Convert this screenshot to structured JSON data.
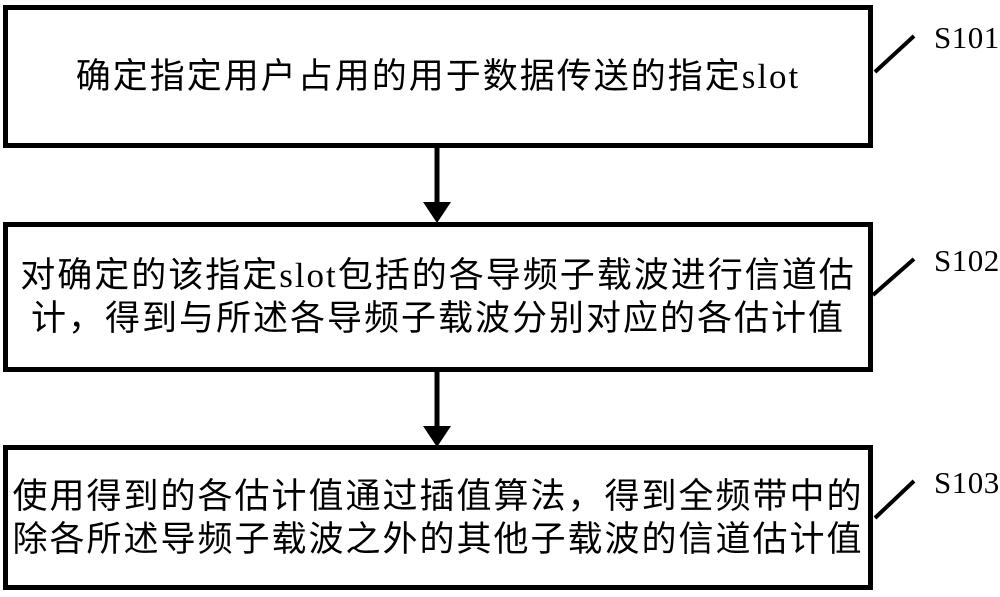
{
  "figure": {
    "type": "flowchart",
    "colors": {
      "line": "#000000",
      "background": "#ffffff",
      "text": "#000000"
    },
    "steps": [
      {
        "label": "S101",
        "lines": [
          "确定指定用户占用的用于数据传送的指定slot"
        ]
      },
      {
        "label": "S102",
        "lines": [
          "对确定的该指定slot包括的各导频子载波进行信道估",
          "计，得到与所述各导频子载波分别对应的各估计值"
        ]
      },
      {
        "label": "S103",
        "lines": [
          "使用得到的各估计值通过插值算法，得到全频带中的",
          "除各所述导频子载波之外的其他子载波的信道估计值"
        ]
      }
    ]
  }
}
